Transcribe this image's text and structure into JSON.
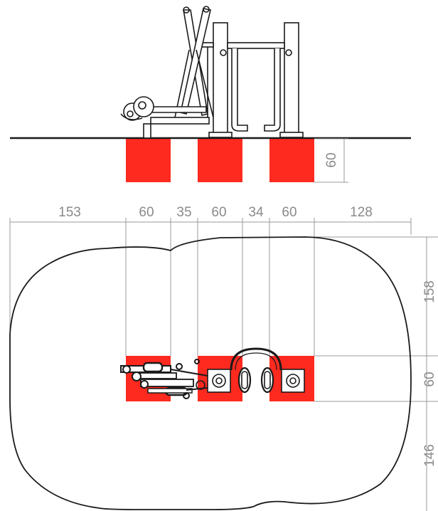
{
  "colors": {
    "footing": "#ff2a1f",
    "line": "#1a1a1a",
    "dimension": "#9a9a9a",
    "dimension_text": "#8a8a8a"
  },
  "elevation": {
    "depth_label": "60"
  },
  "plan": {
    "horizontal_dims": [
      "153",
      "60",
      "35",
      "60",
      "34",
      "60",
      "128"
    ],
    "vertical_dims": [
      "158",
      "60",
      "146"
    ]
  },
  "icons": [
    "fitness-equipment-elevation",
    "fitness-equipment-plan"
  ]
}
